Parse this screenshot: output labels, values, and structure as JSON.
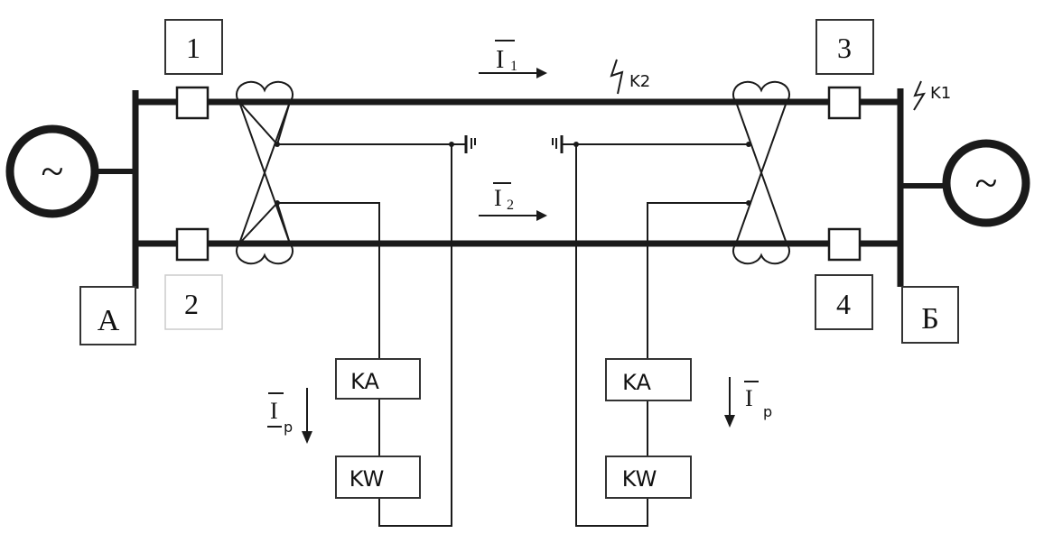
{
  "labels": {
    "bus_a": "А",
    "bus_b": "Б",
    "breaker_1": "1",
    "breaker_2": "2",
    "breaker_3": "3",
    "breaker_4": "4"
  },
  "currents": {
    "i1": "I",
    "i1_sub": "1",
    "i2": "I",
    "i2_sub": "2",
    "ip_left": "I",
    "ip_left_sub": "p",
    "ip_right": "I",
    "ip_right_sub": "p"
  },
  "faults": {
    "k1": "K1",
    "k2": "K2"
  },
  "relays": {
    "ka_left": "KA",
    "kw_left": "KW",
    "ka_right": "KA",
    "kw_right": "KW"
  },
  "generators": {
    "left_symbol": "~",
    "right_symbol": "~"
  }
}
